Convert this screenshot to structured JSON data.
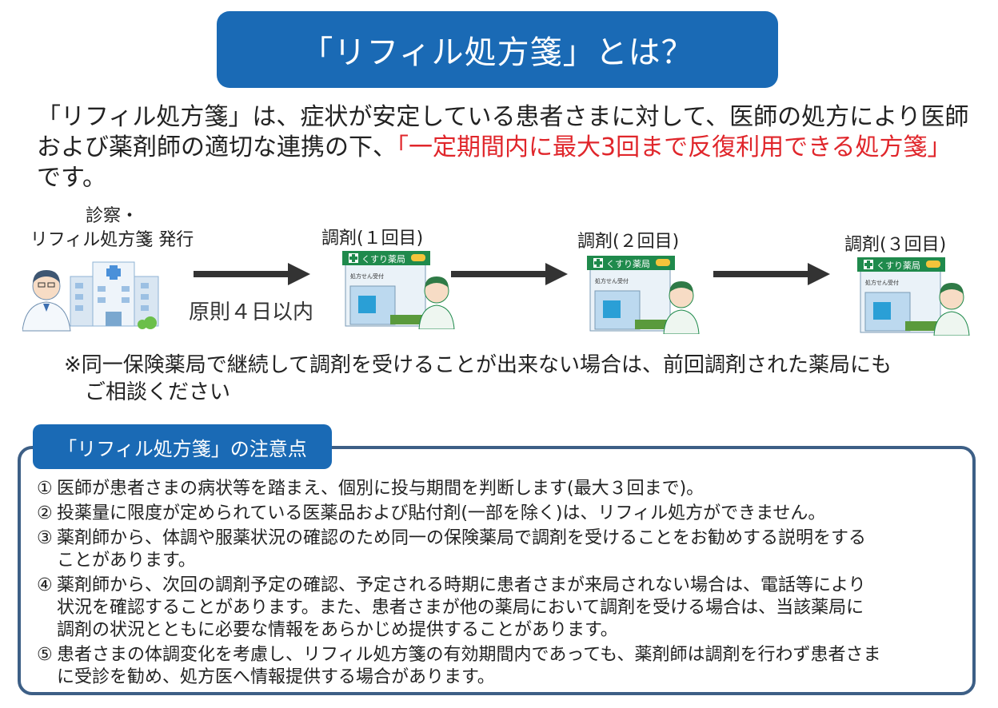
{
  "title": "「リフィル処方箋」とは？",
  "intro": {
    "line1": "「リフィル処方箋」は、症状が安定している患者さまに対して、医師の処方により医師",
    "line2_start": "および薬剤師の適切な連携の下、",
    "line2_highlight": "「一定期間内に最大3回まで反復利用できる処方箋」",
    "line3": "です。"
  },
  "flow": {
    "hospital_label_1": "診察・",
    "hospital_label_2": "リフィル処方箋 発行",
    "step1": "調剤(１回目)",
    "step2": "調剤(２回目)",
    "step3": "調剤(３回目)",
    "interval": "原則４日以内",
    "pharmacy_sign": "くすり薬局",
    "pharmacy_counter": "処方せん受付",
    "colors": {
      "arrow": "#333333",
      "pharmacy_green": "#1f8a4c",
      "building_blue": "#2a9fd6"
    }
  },
  "note": {
    "line1": "※同一保険薬局で継続して調剤を受けることが出来ない場合は、前回調剤された薬局にも",
    "line2": "ご相談ください"
  },
  "caution": {
    "heading": "「リフィル処方箋」の注意点",
    "items": [
      {
        "num": "①",
        "line1": "医師が患者さまの病状等を踏まえ、個別に投与期間を判断します(最大３回まで)。",
        "line2": "",
        "line3": ""
      },
      {
        "num": "②",
        "line1": "投薬量に限度が定められている医薬品および貼付剤(一部を除く)は、リフィル処方ができません。",
        "line2": "",
        "line3": ""
      },
      {
        "num": "③",
        "line1": "薬剤師から、体調や服薬状況の確認のため同一の保険薬局で調剤を受けることをお勧めする説明をする",
        "line2": "ことがあります。",
        "line3": ""
      },
      {
        "num": "④",
        "line1": "薬剤師から、次回の調剤予定の確認、予定される時期に患者さまが来局されない場合は、電話等により",
        "line2": "状況を確認することがあります。また、患者さまが他の薬局において調剤を受ける場合は、当該薬局に",
        "line3": "調剤の状況とともに必要な情報をあらかじめ提供することがあります。"
      },
      {
        "num": "⑤",
        "line1": "患者さまの体調変化を考慮し、リフィル処方箋の有効期間内であっても、薬剤師は調剤を行わず患者さま",
        "line2": "に受診を勧め、処方医へ情報提供する場合があります。",
        "line3": ""
      }
    ]
  },
  "theme": {
    "banner_blue": "#1a6ab5",
    "highlight_red": "#e0262b",
    "box_border": "#3d5f86"
  }
}
